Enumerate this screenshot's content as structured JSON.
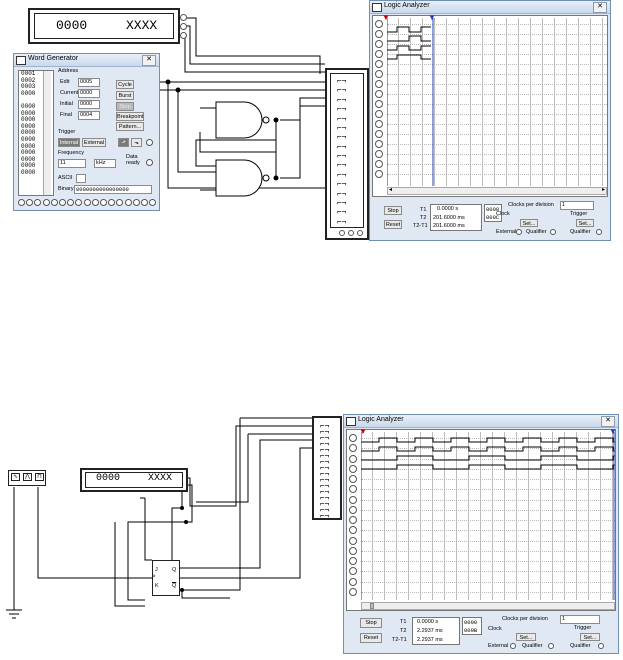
{
  "hex_display_top": {
    "left_value": "0000",
    "right_value": "XXXX"
  },
  "hex_display_bottom": {
    "left_value": "0000",
    "right_value": "XXXX"
  },
  "word_generator": {
    "title": "Word Generator",
    "close_icon": "✕",
    "list_lines": [
      "0001",
      "0002",
      "0003",
      "0000",
      "",
      "0000",
      "0000",
      "0000",
      "0000",
      "0000",
      "0000",
      "0000",
      "0000",
      "0000",
      "0000",
      "0000"
    ],
    "address_label": "Address",
    "edit_label": "Edit",
    "edit_value": "0005",
    "current_label": "Current",
    "current_value": "0000",
    "initial_label": "Initial",
    "initial_value": "0000",
    "final_label": "Final",
    "final_value": "0004",
    "cycle_button": "Cycle",
    "burst_button": "Burst",
    "step_button": "Step",
    "breakpoint_button": "Breakpoint",
    "pattern_button": "Pattern...",
    "trigger_label": "Trigger",
    "internal_button": "Internal",
    "external_button": "External",
    "frequency_label": "Frequency",
    "frequency_value": "11",
    "frequency_unit": "kHz",
    "data_ready_label": "Data ready",
    "ascii_label": "ASCII",
    "binary_label": "Binary",
    "binary_value": "0000000000000000"
  },
  "la_top": {
    "title": "Logic Analyzer",
    "close_icon": "✕",
    "stop_button": "Stop",
    "reset_button": "Reset",
    "t1_label": "T1",
    "t1_value": "0.0000  s",
    "t1_code": "0000",
    "t2_label": "T2",
    "t2_value": "201.6000 ms",
    "t2_code": "000C",
    "t2t1_label": "T2-T1",
    "t2t1_value": "201.6000 ms",
    "clocks_label": "Clocks per division",
    "clocks_value": "1",
    "clock_label": "Clock",
    "trigger_label": "Trigger",
    "set_button": "Set...",
    "external_label": "External",
    "qualifier_label": "Qualifier"
  },
  "la_bottom": {
    "title": "Logic Analyzer",
    "close_icon": "✕",
    "stop_button": "Stop",
    "reset_button": "Reset",
    "t1_label": "T1",
    "t1_value": "0.0000  s",
    "t1_code": "0000",
    "t2_label": "T2",
    "t2_value": "2.2937 ms",
    "t2_code": "000B",
    "t2t1_label": "T2-T1",
    "t2t1_value": "2.2937 ms",
    "clocks_label": "Clocks per division",
    "clocks_value": "1",
    "clock_label": "Clock",
    "trigger_label": "Trigger",
    "set_button": "Set...",
    "external_label": "External",
    "qualifier_label": "Qualifier"
  },
  "jk_flipflop": {
    "j_label": "J",
    "k_label": "K",
    "q_label": "Q",
    "qbar_label": "Q"
  },
  "colors": {
    "wire": "#000000",
    "cursor_t1": "#cc0000",
    "cursor_t2": "#2040c0",
    "window_bg": "#dfe8f3"
  }
}
